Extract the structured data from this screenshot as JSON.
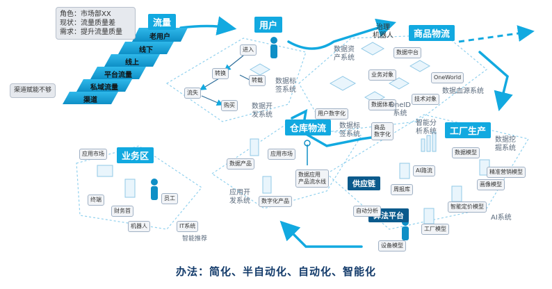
{
  "note_box": {
    "line1": "角色：市场部XX",
    "line2": "现状：流量质量差",
    "line3": "需求：提升流量质量"
  },
  "zones": {
    "traffic": "流量",
    "user": "用户",
    "goods": "商品物流",
    "warehouse": "仓库物流",
    "factory": "工厂生产",
    "business": "业务区",
    "supply_chain": "供应链",
    "algorithm": "算法平台"
  },
  "traffic_steps": [
    "老用户",
    "线下",
    "线上",
    "平台流量",
    "私域流量",
    "渠道"
  ],
  "channel_note": "渠道赋能不够",
  "user_flow": [
    "进入",
    "转换",
    "转载",
    "流失",
    "购买"
  ],
  "labels": {
    "data_tag_system": "数据标\n签系统",
    "data_dev_system": "数据开\n发系统",
    "data_asset_system": "数据资\n产系统",
    "governance_robot": "治理\n机器人",
    "data_middle_platform": "数据中台",
    "oneworld": "OneWorld",
    "business_object": "业务对象",
    "data_system": "数据体系",
    "tech_object": "技术对象",
    "oneid_system": "OneID\n系统",
    "data_source_system": "数据血源系统",
    "user_digitalization": "用户数字化",
    "data_tag_system2": "数据标\n签系统",
    "goods_digitalization": "商品\n数字化",
    "data_product": "数据产品",
    "app_market_wh": "应用市场",
    "data_app_line": "数据应用\n产品流水线",
    "app_dev_system": "应用开\n发系统",
    "digital_product": "数字化产品",
    "smart_analysis_system": "智能分\n析系统",
    "data_mining_system": "数据挖\n掘系统",
    "data_model": "数据模型",
    "ai_flow": "AI路流",
    "precise_marketing_model": "精准营销模型",
    "image_model": "画像模型",
    "weekly_report": "周报库",
    "smart_pricing_model": "智能定价模型",
    "auto_analysis": "自动分析",
    "factory_model": "工厂模型",
    "equipment_model": "设备模型",
    "ai_system": "AI系统",
    "app_market_biz": "应用市场",
    "terminal": "终端",
    "finance": "财务首",
    "staff": "员工",
    "robot": "机器人",
    "it_system": "IT系统",
    "smart_recommend": "智能推荐"
  },
  "bottom_text": "办法：简化、半自动化、自动化、智能化",
  "colors": {
    "accent": "#12a9e0",
    "outline": "#7fcbea",
    "navy": "#123a6a"
  }
}
